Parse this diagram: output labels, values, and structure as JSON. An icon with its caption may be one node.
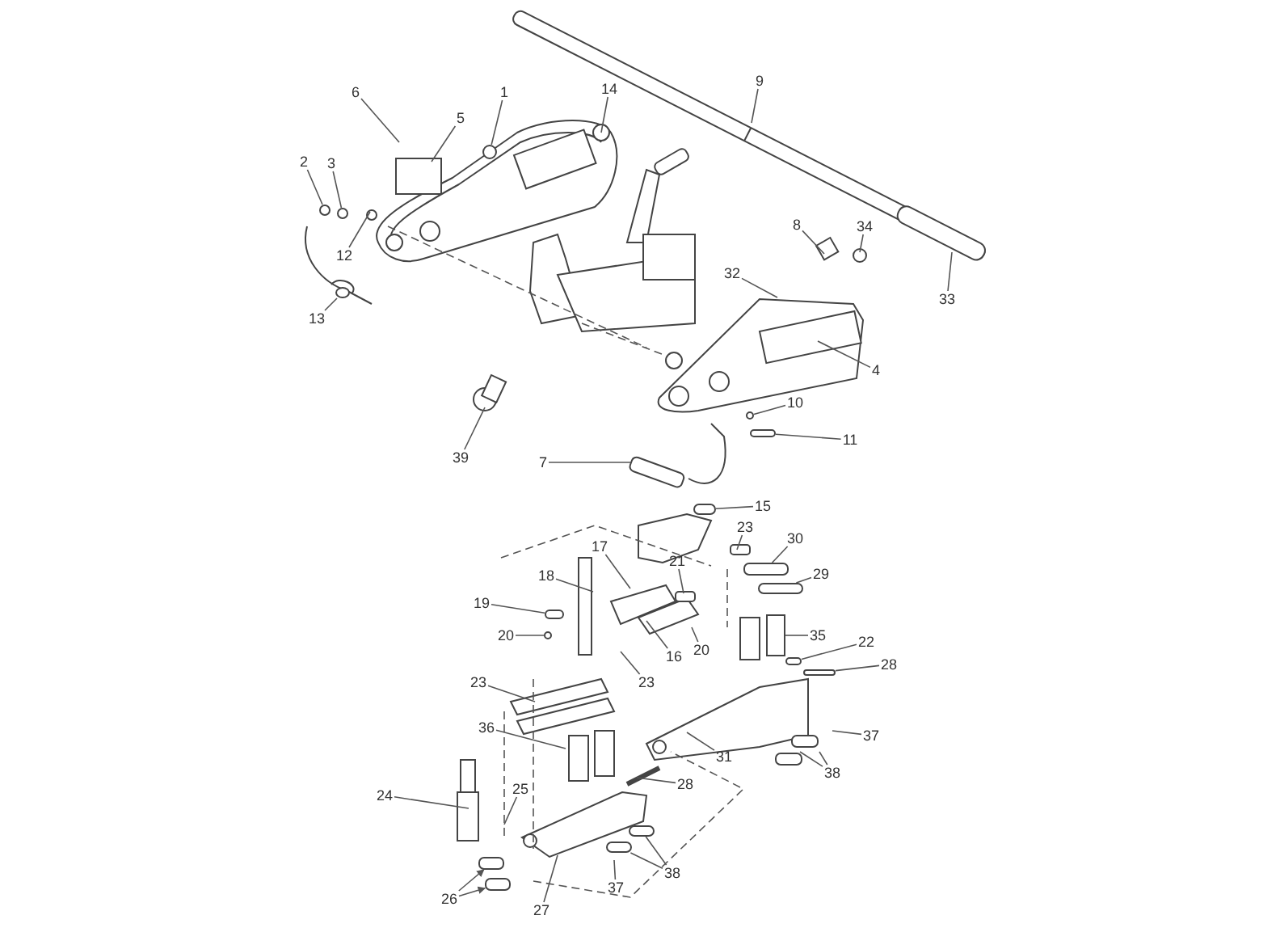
{
  "diagram": {
    "nodes": [
      {
        "text": [
          "9"
        ]
      },
      {
        "text": [
          "1"
        ]
      },
      {
        "text": [
          "14"
        ]
      },
      {
        "text": [
          "6"
        ]
      },
      {
        "text": [
          "5"
        ]
      },
      {
        "text": [
          "2"
        ]
      },
      {
        "text": [
          "3"
        ]
      },
      {
        "text": [
          "8"
        ]
      },
      {
        "text": [
          "34"
        ]
      },
      {
        "text": [
          "12"
        ]
      },
      {
        "text": [
          "32"
        ]
      },
      {
        "text": [
          "33"
        ]
      },
      {
        "text": [
          "13"
        ]
      },
      {
        "text": [
          "4"
        ]
      },
      {
        "text": [
          "10"
        ]
      },
      {
        "text": [
          "11"
        ]
      },
      {
        "text": [
          "39"
        ]
      },
      {
        "text": [
          "7"
        ]
      },
      {
        "text": [
          "15"
        ]
      },
      {
        "text": [
          "23"
        ]
      },
      {
        "text": [
          "30"
        ]
      },
      {
        "text": [
          "17"
        ]
      },
      {
        "text": [
          "21"
        ]
      },
      {
        "text": [
          "29"
        ]
      },
      {
        "text": [
          "18"
        ]
      },
      {
        "text": [
          "19"
        ]
      },
      {
        "text": [
          "35"
        ]
      },
      {
        "text": [
          "20"
        ]
      },
      {
        "text": [
          "22"
        ]
      },
      {
        "text": [
          "20"
        ]
      },
      {
        "text": [
          "16"
        ]
      },
      {
        "text": [
          "28"
        ]
      },
      {
        "text": [
          "23"
        ]
      },
      {
        "text": [
          "23"
        ]
      },
      {
        "text": [
          "36"
        ]
      },
      {
        "text": [
          "37"
        ]
      },
      {
        "text": [
          "31"
        ]
      },
      {
        "text": [
          "38"
        ]
      },
      {
        "text": [
          "28"
        ]
      },
      {
        "text": [
          "25"
        ]
      },
      {
        "text": [
          "24"
        ]
      },
      {
        "text": [
          "38"
        ]
      },
      {
        "text": [
          "37"
        ]
      },
      {
        "text": [
          "26"
        ]
      },
      {
        "text": [
          "27"
        ]
      },
      {
        "text": [],
        "shape": "circle"
      },
      {
        "text": [],
        "shape": "circle"
      },
      {
        "text": [],
        "shape": "circle"
      },
      {
        "text": [],
        "shape": "circle"
      },
      {
        "text": [],
        "shape": "bar"
      },
      {
        "text": [],
        "shape": "bar"
      },
      {
        "text": [],
        "shape": "bar"
      },
      {
        "text": [],
        "shape": "bar"
      },
      {
        "text": [],
        "shape": "bar"
      },
      {
        "text": [],
        "shape": "bar"
      },
      {
        "text": [],
        "shape": "bar"
      },
      {
        "text": [],
        "shape": "bar"
      },
      {
        "text": [],
        "shape": "bar"
      },
      {
        "text": [],
        "shape": "bar"
      },
      {
        "text": [],
        "shape": "circle"
      },
      {
        "text": [],
        "shape": "bar"
      },
      {
        "text": [],
        "shape": "box"
      },
      {
        "text": [],
        "shape": "circle"
      }
    ],
    "edges": [
      {
        "from": 0,
        "to": null,
        "arrow": "none"
      },
      {
        "from": 1,
        "to": 45,
        "arrow": "none"
      },
      {
        "from": 2,
        "to": null,
        "arrow": "none"
      },
      {
        "from": 3,
        "to": null,
        "arrow": "none"
      },
      {
        "from": 4,
        "to": null,
        "arrow": "none"
      },
      {
        "from": 5,
        "to": 46,
        "arrow": "none"
      },
      {
        "from": 6,
        "to": 47,
        "arrow": "none"
      },
      {
        "from": 7,
        "to": null,
        "arrow": "none"
      },
      {
        "from": 8,
        "to": null,
        "arrow": "none"
      },
      {
        "from": 9,
        "to": null,
        "arrow": "none"
      },
      {
        "from": 10,
        "to": null,
        "arrow": "none"
      },
      {
        "from": 11,
        "to": null,
        "arrow": "none"
      },
      {
        "from": 12,
        "to": 48,
        "arrow": "none"
      },
      {
        "from": 13,
        "to": null,
        "arrow": "none"
      },
      {
        "from": 14,
        "to": 59,
        "arrow": "none"
      },
      {
        "from": 15,
        "to": 49,
        "arrow": "none"
      },
      {
        "from": 16,
        "to": null,
        "arrow": "none"
      },
      {
        "from": 17,
        "to": null,
        "arrow": "none"
      },
      {
        "from": 18,
        "to": 50,
        "arrow": "none"
      },
      {
        "from": 19,
        "to": null,
        "arrow": "none"
      },
      {
        "from": 20,
        "to": 51,
        "arrow": "none"
      },
      {
        "from": 21,
        "to": null,
        "arrow": "none"
      },
      {
        "from": 22,
        "to": null,
        "arrow": "none"
      },
      {
        "from": 23,
        "to": 60,
        "arrow": "none"
      },
      {
        "from": 24,
        "to": null,
        "arrow": "none"
      },
      {
        "from": 25,
        "to": 52,
        "arrow": "none"
      },
      {
        "from": 26,
        "to": 61,
        "arrow": "none"
      },
      {
        "from": 27,
        "to": 62,
        "arrow": "none"
      },
      {
        "from": 28,
        "to": 53,
        "arrow": "none"
      },
      {
        "from": 29,
        "to": null,
        "arrow": "none"
      },
      {
        "from": 30,
        "to": null,
        "arrow": "none"
      },
      {
        "from": 31,
        "to": 54,
        "arrow": "none"
      },
      {
        "from": 32,
        "to": null,
        "arrow": "none"
      },
      {
        "from": 33,
        "to": null,
        "arrow": "none"
      },
      {
        "from": 34,
        "to": null,
        "arrow": "none"
      },
      {
        "from": 35,
        "to": null,
        "arrow": "none"
      },
      {
        "from": 36,
        "to": null,
        "arrow": "none"
      },
      {
        "from": 37,
        "to": null,
        "arrow": "none"
      },
      {
        "from": 37,
        "to": null,
        "arrow": "none"
      },
      {
        "from": 38,
        "to": null,
        "arrow": "none"
      },
      {
        "from": 39,
        "to": null,
        "arrow": "none"
      },
      {
        "from": 40,
        "to": null,
        "arrow": "none"
      },
      {
        "from": 41,
        "to": 55,
        "arrow": "none"
      },
      {
        "from": 41,
        "to": 56,
        "arrow": "none"
      },
      {
        "from": 42,
        "to": null,
        "arrow": "none"
      },
      {
        "from": 43,
        "to": 57,
        "arrow": "to"
      },
      {
        "from": 43,
        "to": 58,
        "arrow": "to"
      },
      {
        "from": 44,
        "to": null,
        "arrow": "none"
      }
    ]
  }
}
